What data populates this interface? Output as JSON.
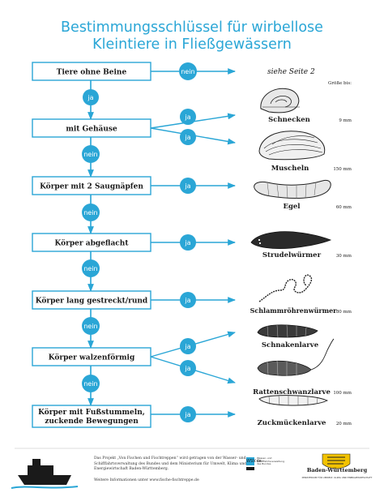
{
  "title": {
    "line1": "Bestimmungsschlüssel für wirbellose",
    "line2": "Kleintiere in Fließgewässern"
  },
  "colors": {
    "accent": "#2aa6d6",
    "text": "#1a1a1a",
    "background": "#ffffff"
  },
  "keys": [
    {
      "label": "Tiere ohne Beine"
    },
    {
      "label": "mit Gehäuse"
    },
    {
      "label": "Körper mit 2 Saugnäpfen"
    },
    {
      "label": "Körper abgeflacht"
    },
    {
      "label": "Körper lang gestreckt/rund"
    },
    {
      "label": "Körper walzenförmig"
    },
    {
      "label": "Körper mit Fußstummeln,",
      "label2": "zuckende Bewegungen"
    }
  ],
  "answers": {
    "yes": "ja",
    "no": "nein"
  },
  "annotations": {
    "see_page": "siehe Seite 2",
    "size_header": "Größe bis:"
  },
  "animals": [
    {
      "name": "Schnecken",
      "size": "9 mm",
      "icon": "snail-shell-icon"
    },
    {
      "name": "Muscheln",
      "size": "150 mm",
      "icon": "mussel-shell-icon"
    },
    {
      "name": "Egel",
      "size": "60 mm",
      "icon": "leech-icon"
    },
    {
      "name": "Strudelwürmer",
      "size": "30 mm",
      "icon": "flatworm-icon"
    },
    {
      "name": "Schlammröhrenwürmer",
      "size": "80 mm",
      "icon": "tubifex-worm-icon"
    },
    {
      "name": "Schnakenlarve",
      "size": "",
      "icon": "cranefly-larva-icon"
    },
    {
      "name": "Rattenschwanzlarve",
      "size": "100 mm",
      "icon": "rat-tailed-maggot-icon"
    },
    {
      "name": "Zuckmückenlarve",
      "size": "20 mm",
      "icon": "midge-larva-icon"
    }
  ],
  "footer": {
    "text": "Das Projekt „Von Fischen und Fischtreppen“ wird getragen von der Wasser- und Schifffahrtsverwaltung des Bundes und dem Ministerium für Umwelt, Klima und Energiewirtschaft Baden-Württemberg.",
    "more": "Weitere Informationen unter www.fische-fischtreppe.de",
    "wsv": "WSV.de",
    "wsv_sub": "Wasser- und Schifffahrtsverwaltung des Bundes",
    "bw": "Baden-Württemberg",
    "bw_sub": "MINISTERIUM FÜR UMWELT, KLIMA UND ENERGIEWIRTSCHAFT"
  }
}
